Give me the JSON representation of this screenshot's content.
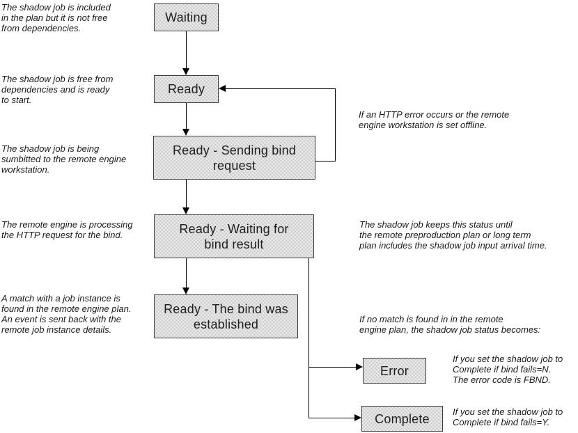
{
  "diagram": {
    "type": "state-flowchart",
    "nodes": {
      "waiting": {
        "label": "Waiting"
      },
      "ready": {
        "label": "Ready"
      },
      "sending_bind_request": {
        "label": [
          "Ready - Sending bind",
          "request"
        ]
      },
      "waiting_bind_result": {
        "label": [
          "Ready - Waiting for",
          "bind result"
        ]
      },
      "bind_established": {
        "label": [
          "Ready - The bind was",
          "established"
        ]
      },
      "error": {
        "label": "Error"
      },
      "complete": {
        "label": "Complete"
      }
    },
    "annotations": {
      "waiting": [
        "The shadow job is included",
        "in the plan but it is not free",
        "from dependencies."
      ],
      "ready": [
        "The shadow job is free from",
        "dependencies and is ready",
        "to start."
      ],
      "sending": [
        "The shadow job is being",
        "sumbitted to the remote engine",
        "workstation."
      ],
      "http_error": [
        "If an HTTP error occurs or the remote",
        "engine workstation is set offline."
      ],
      "processing": [
        "The remote engine is processing",
        "the HTTP request for the bind."
      ],
      "keeps_status": [
        "The shadow job keeps this status until",
        "the remote preproduction plan or long term",
        "plan includes the shadow job input arrival time."
      ],
      "match_found": [
        "A match with a job instance is",
        "found in the remote engine plan.",
        "An event is sent back with the",
        "remote job instance details."
      ],
      "no_match": [
        "If no match is found in in the remote",
        "engine plan, the shadow job status becomes:"
      ],
      "error_note": [
        "If you set the shadow job to",
        "Complete if bind fails=N.",
        "The error code is FBND."
      ],
      "complete_note": [
        "If you set the shadow job to",
        "Complete if bind fails=Y."
      ]
    },
    "colors": {
      "background": "#ffffff",
      "node_fill_dark": "#c9c9c9",
      "node_fill_light": "#f0f0f0",
      "node_border": "#3c3c3c",
      "connector": "#000000",
      "text": "#1a1a1a"
    }
  }
}
